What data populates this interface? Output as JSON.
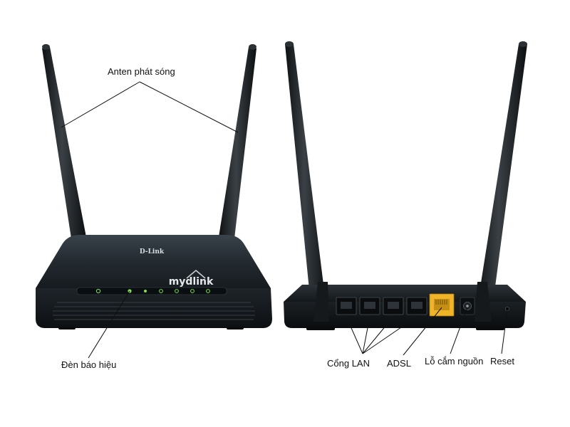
{
  "labels": {
    "antenna": "Anten phát sóng",
    "led": "Đèn báo hiệu",
    "lan": "Cổng LAN",
    "adsl": "ADSL",
    "power": "Lỗ cắm nguồn",
    "reset": "Reset"
  },
  "device": {
    "brand": "D-Link",
    "logo": "mydlink"
  },
  "colors": {
    "body": "#1c2227",
    "antenna": "#202427",
    "led": "#7fe05a",
    "wan_port": "#f0b428",
    "leader_line": "#111111"
  }
}
